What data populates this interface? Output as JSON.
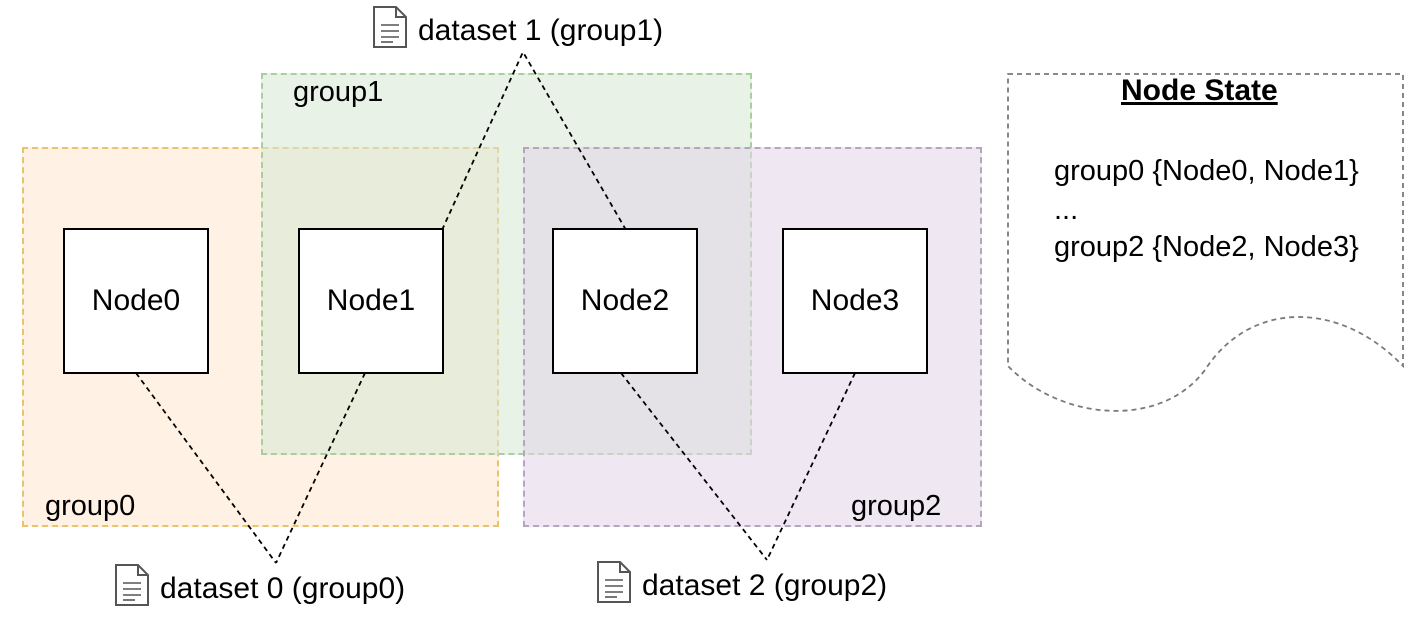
{
  "groups": [
    {
      "id": "g0",
      "label": "group0"
    },
    {
      "id": "g1",
      "label": "group1"
    },
    {
      "id": "g2",
      "label": "group2"
    }
  ],
  "nodes": [
    "Node0",
    "Node1",
    "Node2",
    "Node3"
  ],
  "datasets": [
    {
      "label": "dataset 0 (group0)",
      "icon": "document-icon"
    },
    {
      "label": "dataset 1 (group1)",
      "icon": "document-icon"
    },
    {
      "label": "dataset 2 (group2)",
      "icon": "document-icon"
    }
  ],
  "node_state": {
    "title": "Node State",
    "lines": [
      "group0 {Node0, Node1}",
      "...",
      "group2 {Node2, Node3}"
    ]
  },
  "colors": {
    "group0_fill": "#ffe6cc",
    "group1_fill": "#d5e8d4",
    "group2_fill": "#e1d5e7"
  }
}
